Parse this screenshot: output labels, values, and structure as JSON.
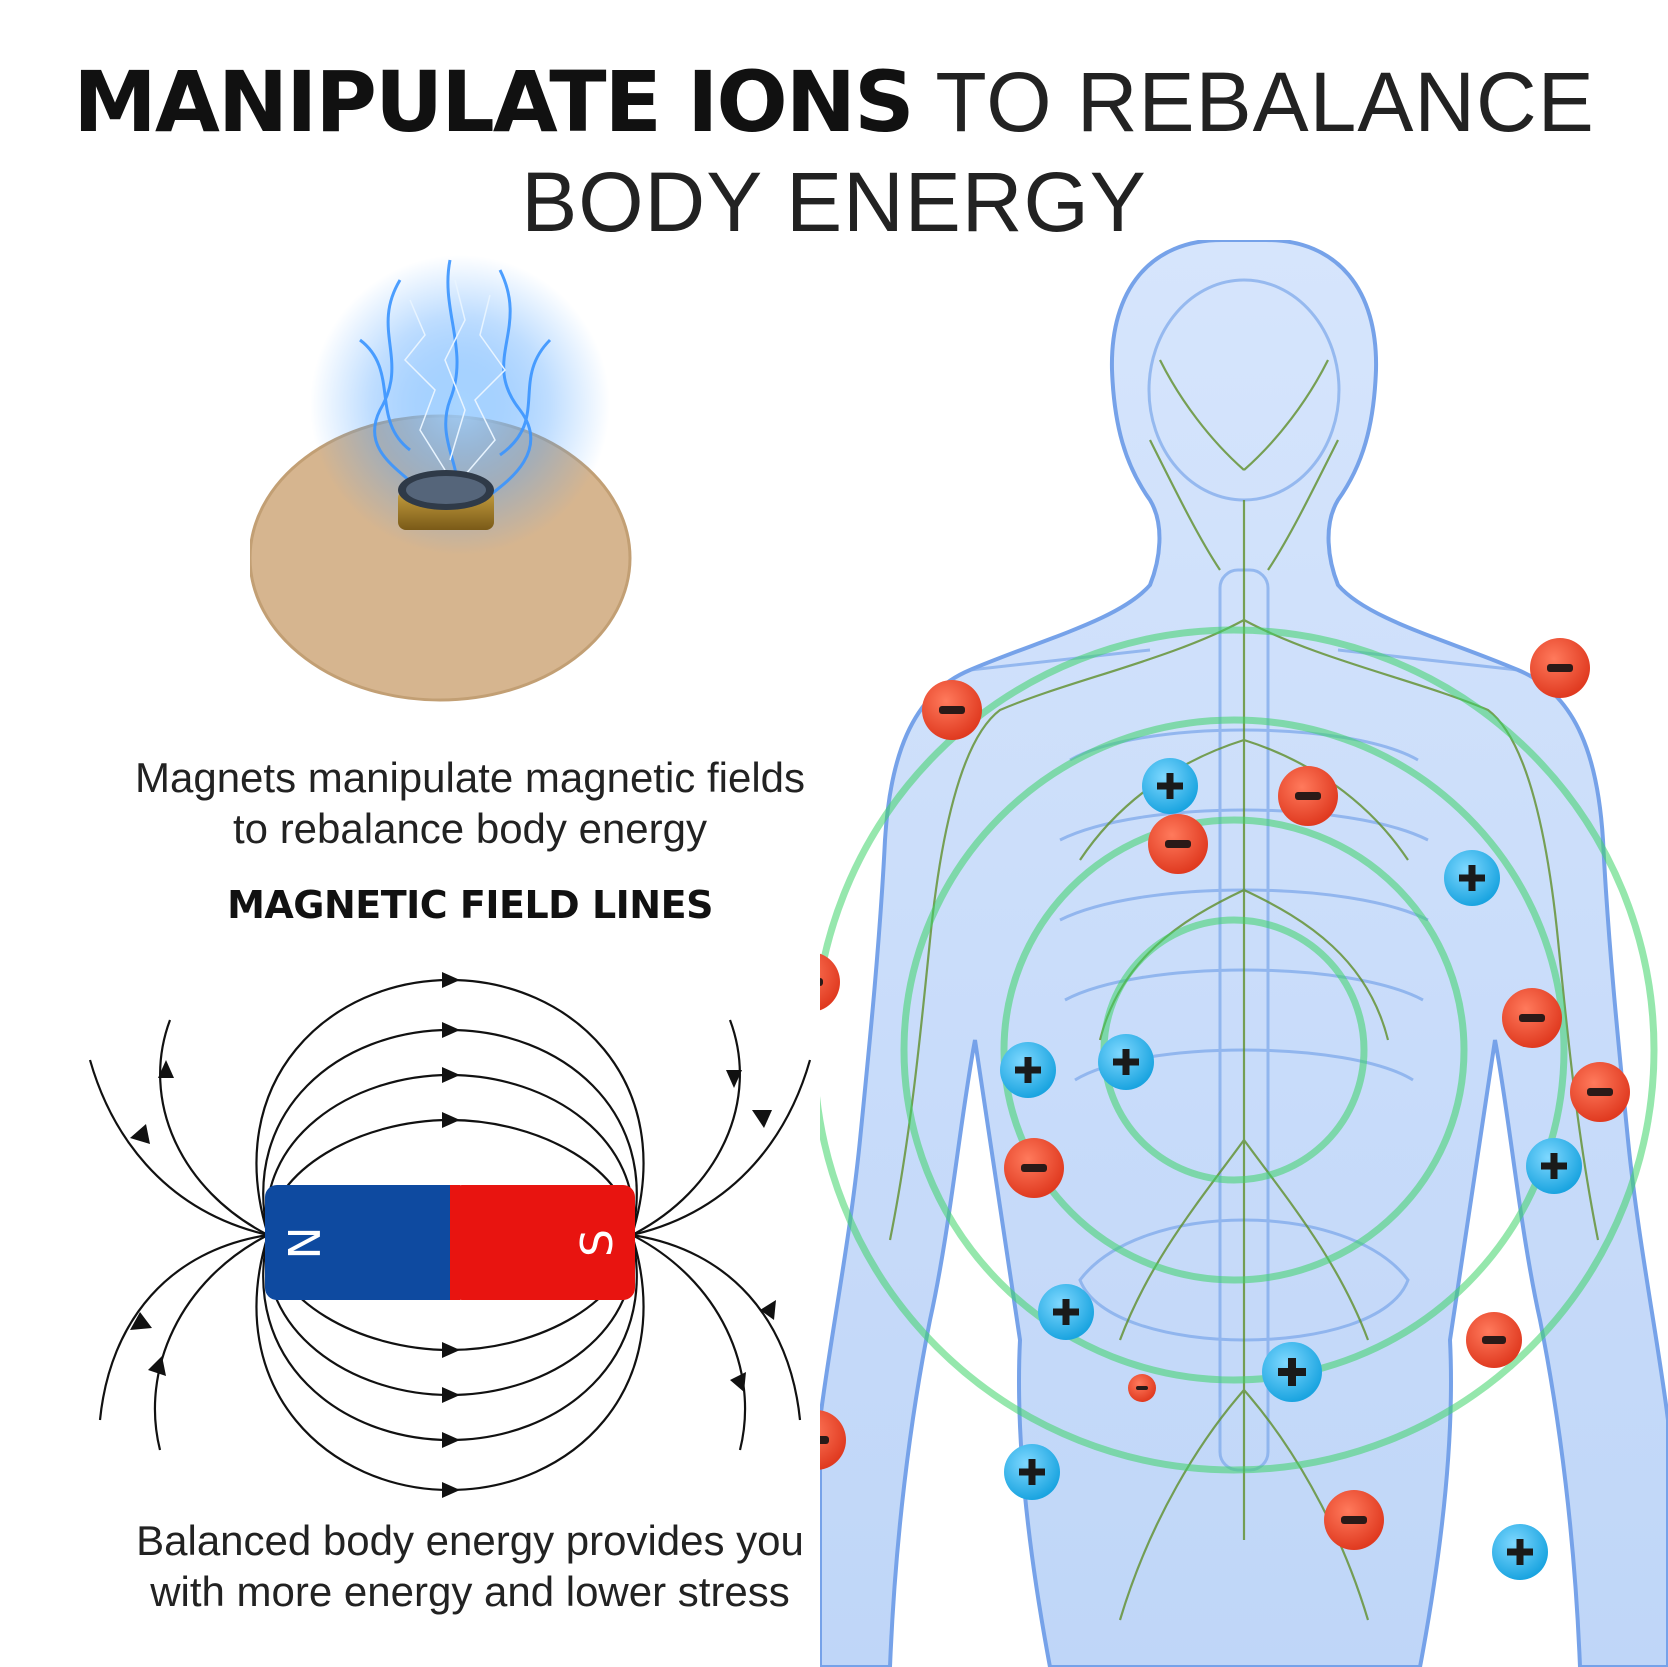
{
  "headline": {
    "bold": "MANIPULATE IONS",
    "light_line1": " TO REBALANCE",
    "light_line2": "BODY ENERGY"
  },
  "caption_top": {
    "line1": "Magnets manipulate magnetic fields",
    "line2": "to rebalance body energy"
  },
  "diagram_title": "MAGNETIC FIELD LINES",
  "magnet": {
    "north_label": "N",
    "south_label": "S",
    "north_color": "#0e4aa0",
    "south_color": "#e81410"
  },
  "caption_bottom": {
    "line1": "Balanced body energy provides you",
    "line2": "with more energy and lower stress"
  },
  "ions": {
    "negative_symbol": "−",
    "positive_symbol": "+",
    "negative_color": "#ee4a32",
    "positive_color": "#2bb4ea"
  },
  "colors": {
    "field_ring": "#3fd46a",
    "body": "#8fb8f4",
    "nerve": "#5f8f2a",
    "patch": "#d4b48e",
    "spark": "#5aa8ff"
  }
}
